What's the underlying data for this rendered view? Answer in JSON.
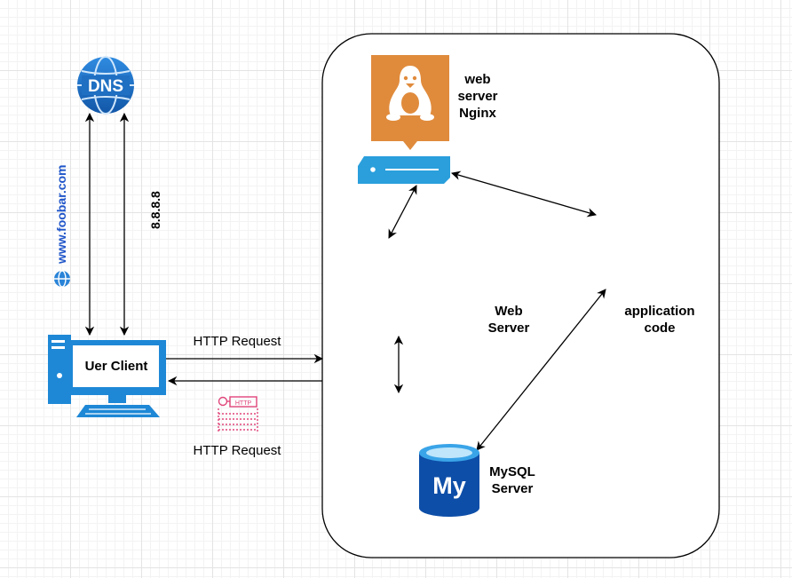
{
  "dns": {
    "label": "DNS"
  },
  "client": {
    "label": "Uer Client"
  },
  "links": {
    "domain": "www.foobar.com",
    "ip": "8.8.8.8",
    "http_request_out": "HTTP Request",
    "http_request_in": "HTTP Request",
    "http_badge": "HTTP"
  },
  "server": {
    "nginx_label": "web server Nginx",
    "web_server_label": "Web Server",
    "app_code_label": "application code",
    "mysql_label": "MySQL Server",
    "mysql_logo_text": "My"
  },
  "colors": {
    "dns_blue": "#1f6fc2",
    "nginx_orange": "#e08b3c",
    "server_blue": "#2a9fdc",
    "monitor_blue": "#1e88d6",
    "mysql_blue": "#0d4ea8",
    "http_pink": "#e0457b"
  }
}
